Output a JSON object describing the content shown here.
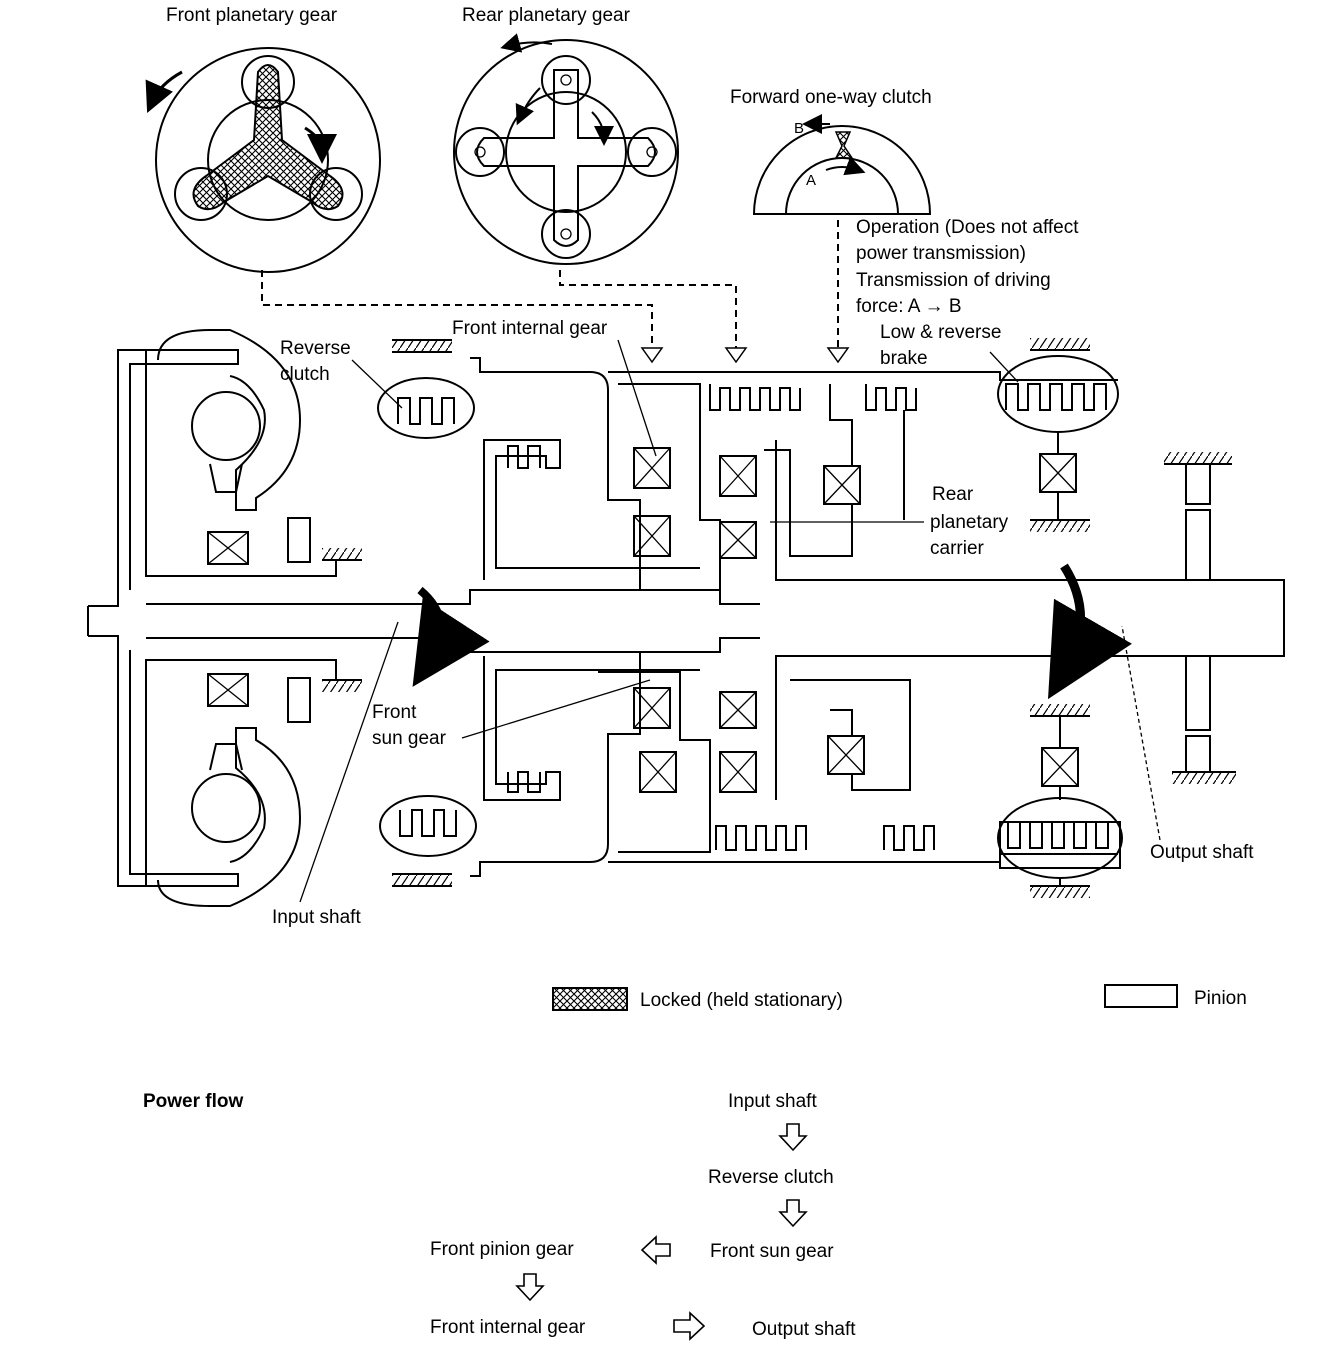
{
  "labels": {
    "front_planetary_gear": "Front planetary gear",
    "rear_planetary_gear": "Rear planetary gear",
    "forward_one_way_clutch": "Forward one-way clutch",
    "clutch_b": "B",
    "clutch_a": "A",
    "operation_line1": "Operation (Does not affect",
    "operation_line2": "power transmission)",
    "operation_line3": "Transmission of driving",
    "operation_line4": "force: A → B",
    "front_internal_gear": "Front internal gear",
    "low_reverse_line1": "Low & reverse",
    "low_reverse_line2": "brake",
    "reverse_clutch_line1": "Reverse",
    "reverse_clutch_line2": "clutch",
    "rear_carrier_line1": "Rear",
    "rear_carrier_line2": "planetary",
    "rear_carrier_line3": "carrier",
    "front_sun_line1": "Front",
    "front_sun_line2": "sun gear",
    "output_shaft": "Output shaft",
    "input_shaft": "Input shaft"
  },
  "legend": {
    "locked": "Locked (held stationary)",
    "pinion": "Pinion"
  },
  "power_flow": {
    "title": "Power flow",
    "input_shaft": "Input shaft",
    "reverse_clutch": "Reverse clutch",
    "front_sun_gear": "Front sun gear",
    "front_pinion_gear": "Front pinion gear",
    "front_internal_gear": "Front internal gear",
    "output_shaft": "Output shaft"
  },
  "icons": [
    "rotation-arrow-icon",
    "hollow-arrow-down-icon",
    "hollow-arrow-left-icon",
    "hollow-arrow-right-icon"
  ]
}
